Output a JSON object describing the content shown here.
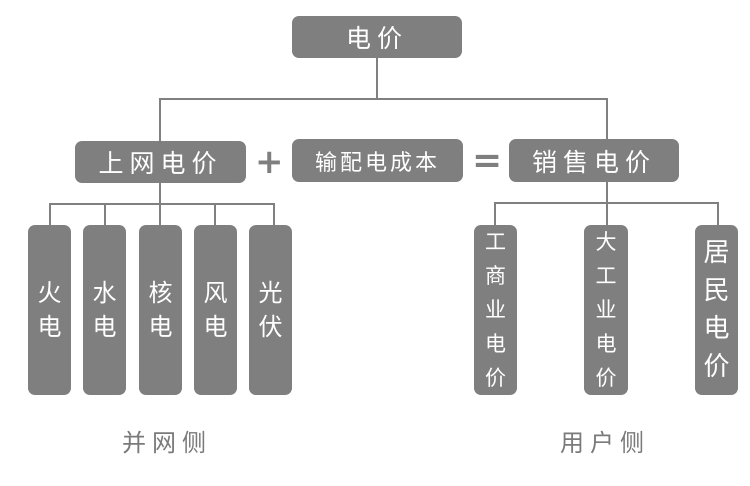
{
  "root": {
    "label": "电价"
  },
  "formula": {
    "left": {
      "label": "上网电价"
    },
    "plus": "+",
    "middle": {
      "label": "输配电成本"
    },
    "equals": "=",
    "right": {
      "label": "销售电价"
    }
  },
  "grid_side": {
    "label": "并网侧",
    "items": [
      {
        "label": [
          "火",
          "电"
        ]
      },
      {
        "label": [
          "水",
          "电"
        ]
      },
      {
        "label": [
          "核",
          "电"
        ]
      },
      {
        "label": [
          "风",
          "电"
        ]
      },
      {
        "label": [
          "光",
          "伏"
        ]
      }
    ]
  },
  "user_side": {
    "label": "用户侧",
    "items": [
      {
        "label": [
          "工",
          "商",
          "业",
          "电",
          "价"
        ]
      },
      {
        "label": [
          "大",
          "工",
          "业",
          "电",
          "价"
        ]
      },
      {
        "label": [
          "居",
          "民",
          "电",
          "价"
        ]
      }
    ]
  },
  "colors": {
    "box": "#7f7f7f",
    "text": "#ffffff",
    "line": "#808080"
  }
}
